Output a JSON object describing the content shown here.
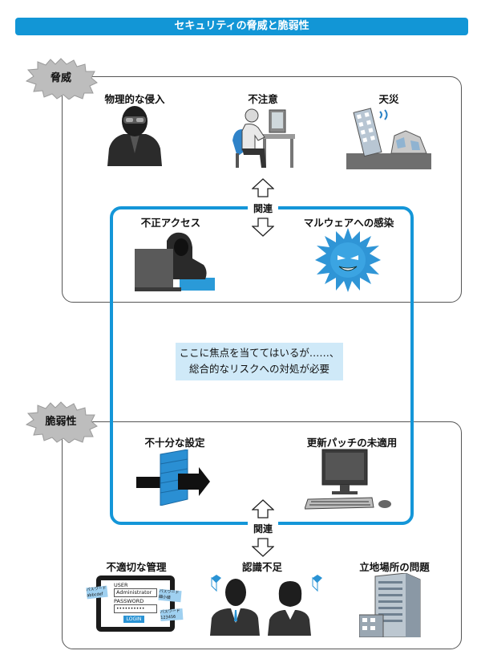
{
  "title": "セキュリティの脅威と脆弱性",
  "threat": {
    "label": "脅威",
    "items": [
      "物理的な侵入",
      "不注意",
      "天災"
    ]
  },
  "vuln": {
    "label": "脆弱性",
    "items": [
      "不適切な管理",
      "認識不足",
      "立地場所の問題"
    ]
  },
  "overlap": {
    "items": [
      "不正アクセス",
      "マルウェアへの感染",
      "不十分な設定",
      "更新パッチの未適用"
    ],
    "relation_top": "関連",
    "relation_bottom": "関連",
    "note_line1": "ここに焦点を当ててはいるが……、",
    "note_line2": "総合的なリスクへの対処が必要"
  },
  "login_illustration": {
    "user_label": "USER",
    "user_value": "Administrator",
    "password_label": "PASSWORD",
    "password_value": "••••••••••",
    "login_button": "LOGIN",
    "sticky1": "パスワード\nabbcdef",
    "sticky2": "パスワード\n細小値",
    "sticky3": "パスワード\n123456"
  },
  "colors": {
    "accent": "#1296d6",
    "frame": "#1496d8",
    "note_bg": "#cfe9f8"
  }
}
